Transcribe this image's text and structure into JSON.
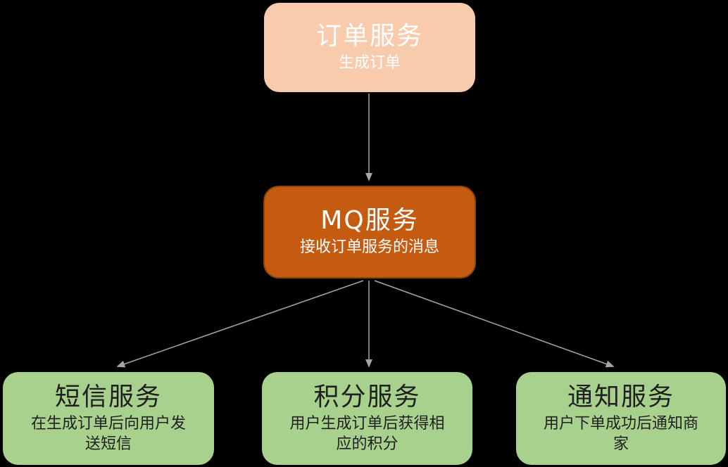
{
  "nodes": {
    "order": {
      "title": "订单服务",
      "subtitle": "生成订单"
    },
    "mq": {
      "title": "MQ服务",
      "subtitle": "接收订单服务的消息"
    },
    "sms": {
      "title": "短信服务",
      "subtitle": "在生成订单后向用户发送短信"
    },
    "points": {
      "title": "积分服务",
      "subtitle": "用户生成订单后获得相应的积分"
    },
    "notify": {
      "title": "通知服务",
      "subtitle": "用户下单成功后通知商家"
    }
  },
  "colors": {
    "background": "#000000",
    "order_box": "#F8CBAD",
    "mq_box": "#C55A11",
    "mq_border": "#8A4509",
    "consumer_box": "#A9D18E",
    "arrow": "#A6A6A6",
    "light_text": "#FFFFFF",
    "dark_text": "#1F1F1F"
  }
}
